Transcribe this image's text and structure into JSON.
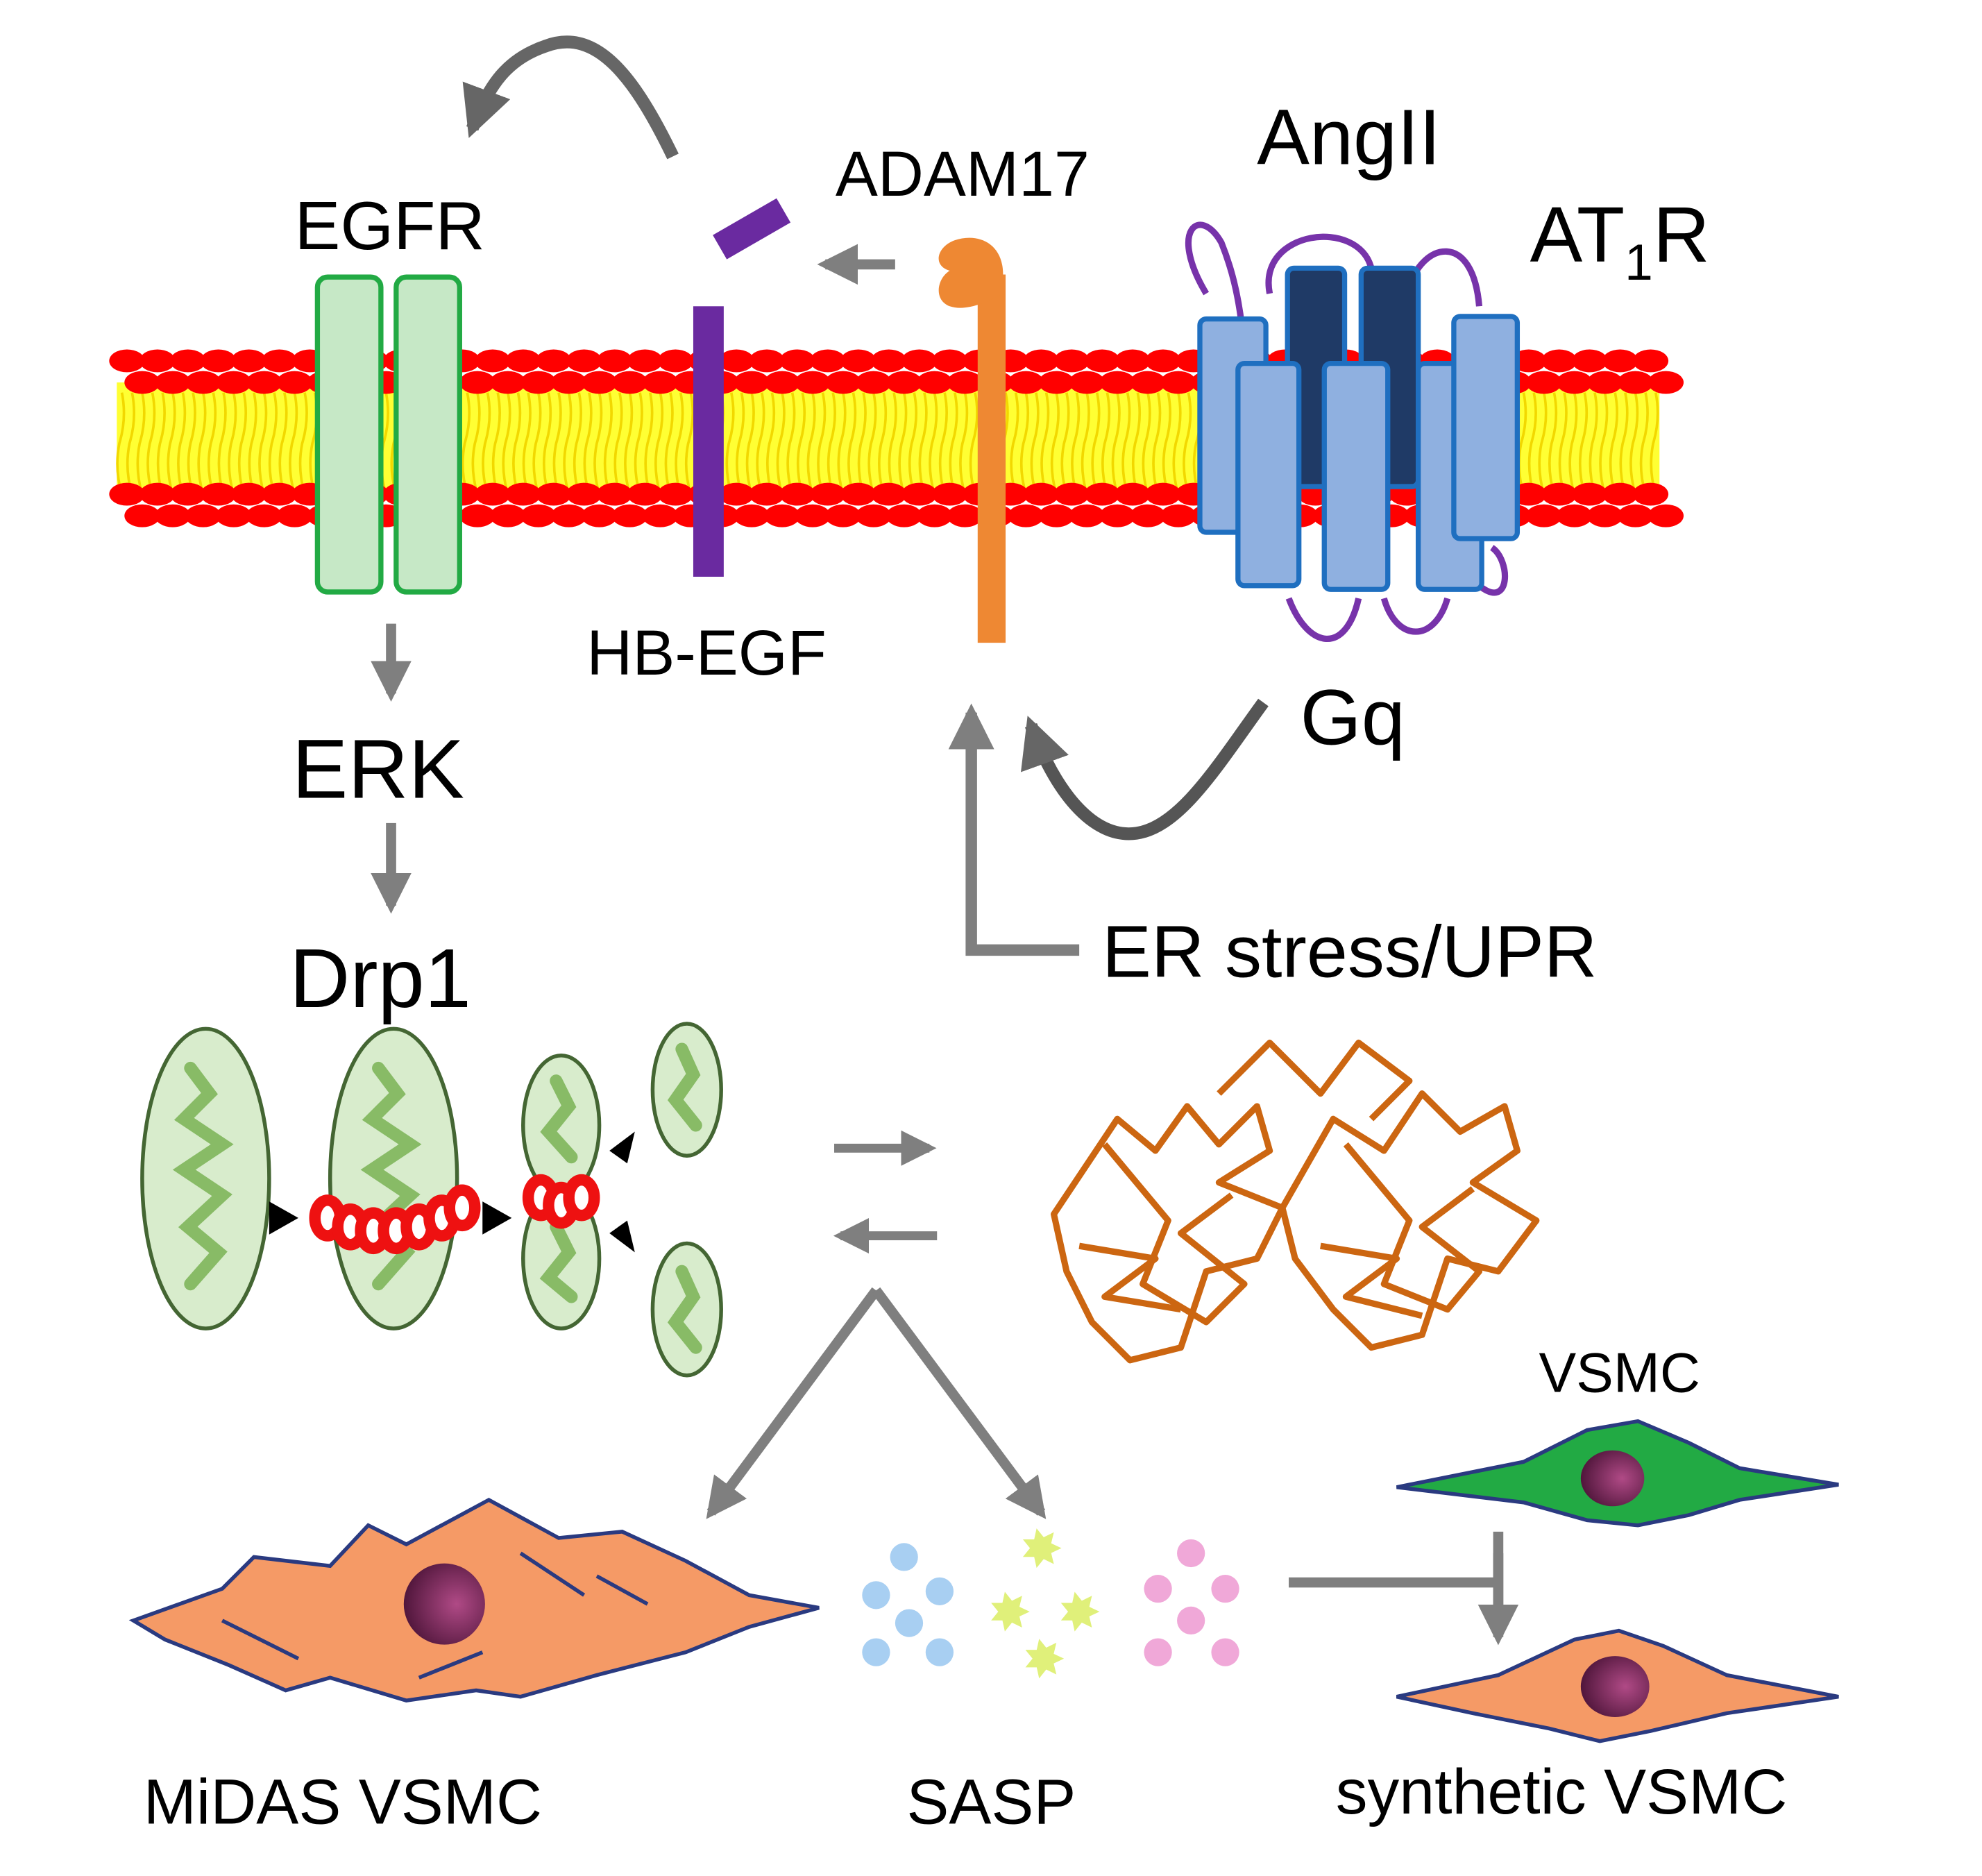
{
  "labels": {
    "egfr": "EGFR",
    "adam17": "ADAM17",
    "angii": "AngII",
    "at1r_main": "AT",
    "at1r_sub": "1",
    "at1r_end": "R",
    "hbegf": "HB-EGF",
    "gq": "Gq",
    "erk": "ERK",
    "drp1": "Drp1",
    "er_stress": "ER stress/UPR",
    "vsmc": "VSMC",
    "midas": "MiDAS VSMC",
    "sasp": "SASP",
    "synthetic": "synthetic VSMC"
  },
  "colors": {
    "arrow_gray": "#7f7f7f",
    "lipid_head": "#ff0000",
    "lipid_tail": "#ffff33",
    "egfr_fill": "#c6e8c6",
    "egfr_stroke": "#22aa44",
    "hbegf": "#6a2aa0",
    "adam17": "#ee8833",
    "at1r_light": "#8fb0e0",
    "at1r_dark": "#1f3a66",
    "at1r_loop": "#7733aa",
    "mito_fill": "#d8eccc",
    "mito_cristae": "#88bb66",
    "drp1_ring": "#ee1111",
    "protein_aggregate": "#cc6611",
    "vsmc_green": "#22aa44",
    "cell_orange": "#f59a66",
    "nucleus": "#7a2a5a",
    "sasp_blue": "#a8cff2",
    "sasp_yellow": "#e0f07a",
    "sasp_pink": "#f0a8d8"
  }
}
